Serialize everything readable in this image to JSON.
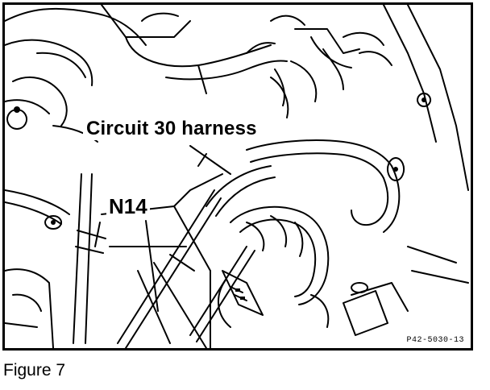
{
  "figure": {
    "harness_label": "Circuit 30 harness",
    "component_label": "N14",
    "reference_code": "P42-5030-13",
    "caption": "Figure 7"
  }
}
